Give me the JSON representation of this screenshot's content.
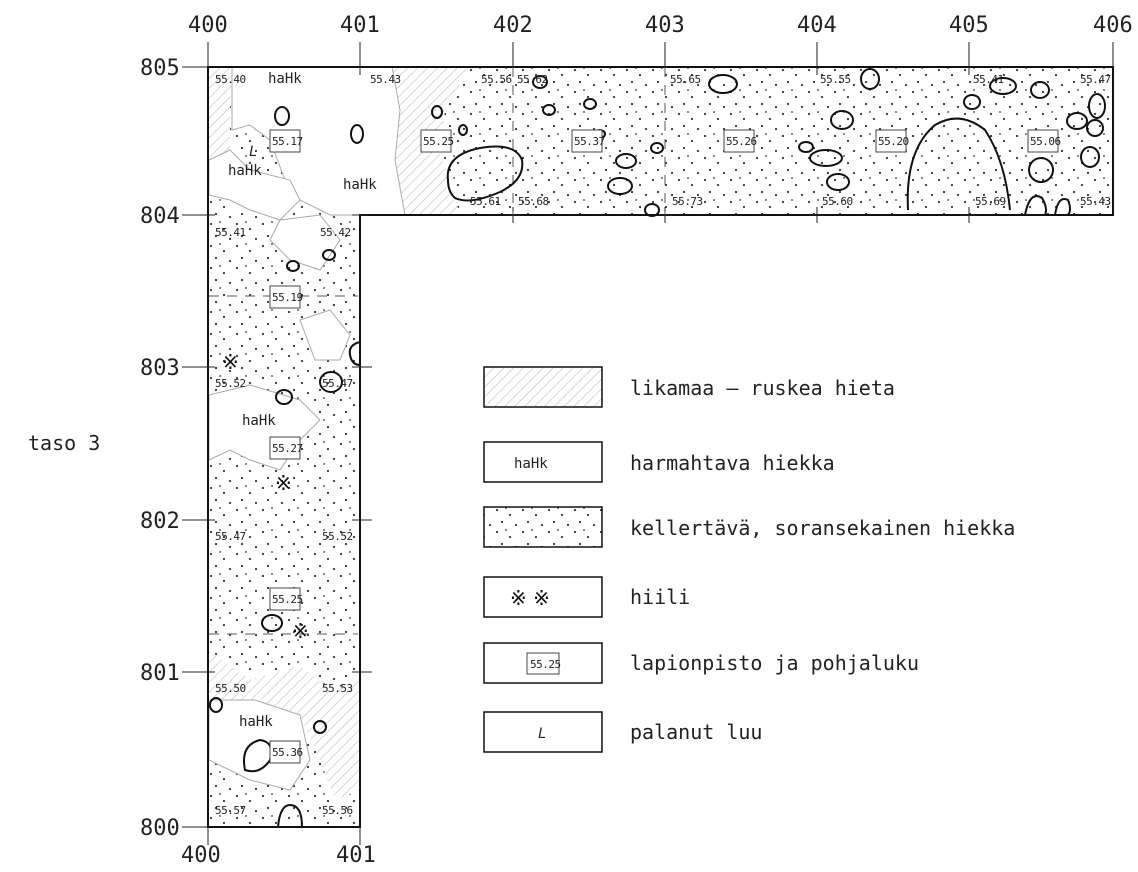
{
  "figure": {
    "title": "taso 3",
    "x_axis_top": [
      "400",
      "401",
      "402",
      "403",
      "404",
      "405",
      "406"
    ],
    "x_axis_bottom": [
      "400",
      "401"
    ],
    "y_axis": [
      "805",
      "804",
      "803",
      "802",
      "801",
      "800"
    ]
  },
  "elevations": {
    "upper_row_top": [
      "55.40",
      "55.43",
      "55.56",
      "55.62",
      "55.65",
      "55.55",
      "55.41",
      "55.47"
    ],
    "upper_row_bottom": [
      "55.41",
      "55.42",
      "55.61",
      "55.68",
      "55.73",
      "55.60",
      "55.69",
      "55.43"
    ],
    "left_column": [
      "55.52",
      "55.47",
      "55.47",
      "55.52",
      "55.50",
      "55.53",
      "55.57",
      "55.56"
    ]
  },
  "spits": [
    "55.17",
    "55.25",
    "55.37",
    "55.26",
    "55.20",
    "55.06",
    "55.19",
    "55.27",
    "55.25",
    "55.36"
  ],
  "soil_labels": {
    "hahk": "haHk",
    "bone": "L"
  },
  "legend": [
    {
      "symbol": "",
      "text": "likamaa – ruskea hieta",
      "pattern": "hatch"
    },
    {
      "symbol": "haHk",
      "text": "harmahtava hiekka",
      "pattern": "plain"
    },
    {
      "symbol": "",
      "text": "kellertävä, soransekainen hiekka",
      "pattern": "dots"
    },
    {
      "symbol": "※ ※",
      "text": "hiili",
      "pattern": "plain"
    },
    {
      "symbol": "55.25",
      "text": "lapionpisto ja pohjaluku",
      "pattern": "plain"
    },
    {
      "symbol": "L",
      "text": "palanut luu",
      "pattern": "plain"
    }
  ],
  "colors": {
    "line": "#111111",
    "hatch": "#b8b8b8",
    "dots": "#333333",
    "grey_line": "#aaaaaa"
  }
}
